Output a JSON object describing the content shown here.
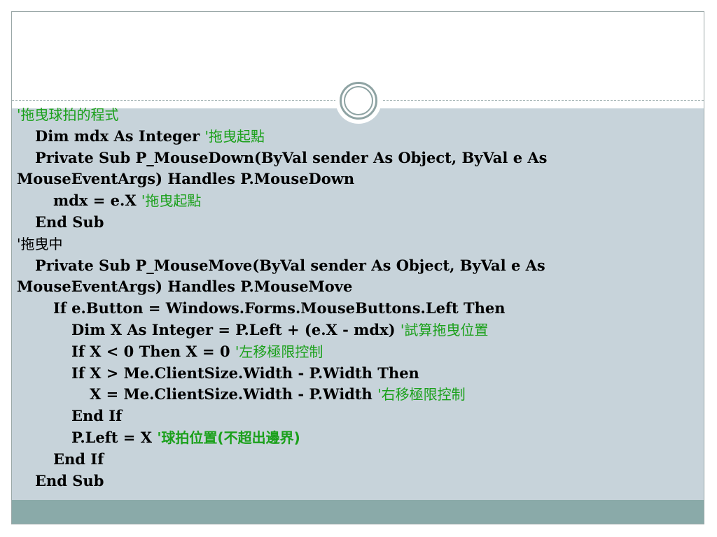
{
  "slide": {
    "code_lines": [
      {
        "code": "",
        "comment": "'拖曳球拍的程式"
      },
      {
        "code": "Dim mdx As Integer ",
        "comment": "'拖曳起點"
      },
      {
        "code": "Private Sub P_MouseDown(ByVal sender As Object, ByVal e As",
        "comment": ""
      },
      {
        "code": "MouseEventArgs) Handles P.MouseDown",
        "comment": ""
      },
      {
        "code": "mdx = e.X ",
        "comment": "'拖曳起點"
      },
      {
        "code": "End Sub",
        "comment": ""
      },
      {
        "code": "",
        "comment": "'拖曳中"
      },
      {
        "code": "Private Sub P_MouseMove(ByVal sender As Object, ByVal e As",
        "comment": ""
      },
      {
        "code": "MouseEventArgs) Handles P.MouseMove",
        "comment": ""
      },
      {
        "code": "If e.Button = Windows.Forms.MouseButtons.Left Then",
        "comment": ""
      },
      {
        "code": "Dim X As Integer = P.Left + (e.X - mdx) ",
        "comment": "'試算拖曳位置"
      },
      {
        "code": "If X < 0 Then X = 0 ",
        "comment": "'左移極限控制"
      },
      {
        "code": "If X > Me.ClientSize.Width - P.Width Then",
        "comment": ""
      },
      {
        "code": "X = Me.ClientSize.Width - P.Width ",
        "comment": "'右移極限控制"
      },
      {
        "code": "End If",
        "comment": ""
      },
      {
        "code": "P.Left = X ",
        "comment": "'球拍位置(不超出邊界)"
      },
      {
        "code": "End If",
        "comment": ""
      },
      {
        "code": "End Sub",
        "comment": ""
      }
    ]
  },
  "colors": {
    "background": "#c7d3da",
    "header": "#ffffff",
    "footer": "#8aaaa9",
    "comment": "#1aa01a",
    "code": "#000000"
  }
}
